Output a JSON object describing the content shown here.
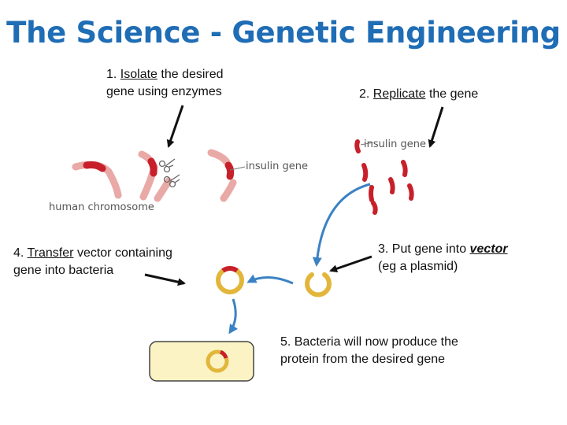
{
  "title": "The Science - Genetic Engineering",
  "steps": {
    "isolate": {
      "number": "1.",
      "keyword": "Isolate",
      "rest_line1": "the desired",
      "line2": "gene using enzymes"
    },
    "replicate": {
      "number": "2.",
      "keyword": "Replicate",
      "rest": "the gene"
    },
    "vector": {
      "line1_prefix": "3. Put gene into",
      "keyword": "vector",
      "line2": "(eg a plasmid)"
    },
    "transfer": {
      "number": "4.",
      "keyword": "Transfer",
      "rest_line1": "vector containing",
      "line2": "gene into bacteria"
    },
    "produce": {
      "line1": "5. Bacteria will now produce the",
      "line2": "protein from the desired gene"
    }
  },
  "labels": {
    "human_chromosome": "human chromosome",
    "insulin_gene_1": "insulin gene",
    "insulin_gene_2": "insulin gene"
  },
  "colors": {
    "title": "#1f6db5",
    "chromosome": "#e9a9a6",
    "gene": "#c8202a",
    "plasmid": "#e2b63a",
    "bacterium_fill": "#fbf3c4",
    "flow_arrow": "#3b82c4"
  },
  "icons": [
    "scissors-icon",
    "arrow-icon"
  ]
}
